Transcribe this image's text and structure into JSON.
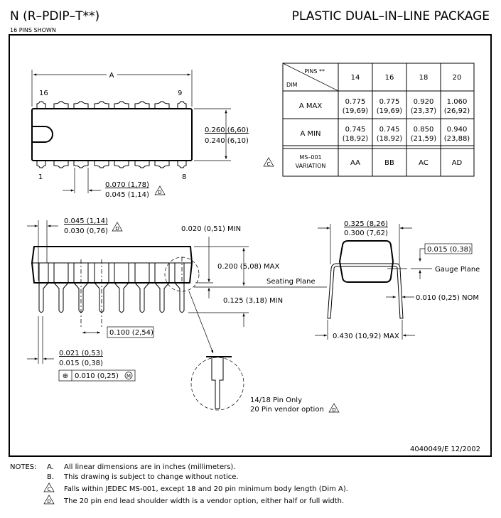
{
  "header": {
    "package_code": "N (R–PDIP–T**)",
    "pins_shown": "16 PINS SHOWN",
    "package_title": "PLASTIC DUAL–IN–LINE PACKAGE"
  },
  "top_view": {
    "dim_a": "A",
    "pin_16": "16",
    "pin_9": "9",
    "pin_1": "1",
    "pin_8": "8",
    "width_max": "0.260 (6,60)",
    "width_min": "0.240 (6,10)",
    "shoulder_max": "0.070 (1,78)",
    "shoulder_min": "0.045 (1,14)",
    "note_d": "D"
  },
  "table": {
    "corner_pins": "PINS **",
    "corner_dim": "DIM",
    "columns": [
      "14",
      "16",
      "18",
      "20"
    ],
    "rows": [
      {
        "label": "A   MAX",
        "values": [
          [
            "0.775",
            "(19,69)"
          ],
          [
            "0.775",
            "(19,69)"
          ],
          [
            "0.920",
            "(23,37)"
          ],
          [
            "1.060",
            "(26,92)"
          ]
        ]
      },
      {
        "label": "A   MIN",
        "values": [
          [
            "0.745",
            "(18,92)"
          ],
          [
            "0.745",
            "(18,92)"
          ],
          [
            "0.850",
            "(21,59)"
          ],
          [
            "0.940",
            "(23,88)"
          ]
        ]
      }
    ],
    "variation_label_1": "MS–001",
    "variation_label_2": "VARIATION",
    "variation_values": [
      "AA",
      "BB",
      "AC",
      "AD"
    ],
    "note_c": "C"
  },
  "side_view": {
    "end_lead_max": "0.045 (1,14)",
    "end_lead_min": "0.030 (0,76)",
    "note_d": "D",
    "standoff": "0.020 (0,51) MIN",
    "height": "0.200 (5,08) MAX",
    "seating_plane": "Seating Plane",
    "lead_length": "0.125 (3,18) MIN",
    "pitch": "0.100 (2,54)",
    "lead_width_max": "0.021 (0,53)",
    "lead_width_min": "0.015 (0,38)",
    "position_tol": "0.010 (0,25)",
    "position_symbol": "⊕",
    "mmc_symbol": "M"
  },
  "detail": {
    "line1": "14/18 Pin Only",
    "line2": "20 Pin vendor option",
    "note_d": "D"
  },
  "end_view": {
    "row_max": "0.325 (8,26)",
    "row_min": "0.300 (7,62)",
    "gauge_offset": "0.015 (0,38)",
    "gauge_plane": "Gauge Plane",
    "lead_thickness": "0.010 (0,25) NOM",
    "overall": "0.430 (10,92) MAX"
  },
  "doc_number": "4040049/E  12/2002",
  "notes": {
    "heading": "NOTES:",
    "items": [
      {
        "letter": "A.",
        "text": "All linear dimensions are in inches (millimeters)."
      },
      {
        "letter": "B.",
        "text": "This drawing is subject to change without notice."
      },
      {
        "letter": "C",
        "text": "Falls within JEDEC MS-001, except 18 and 20 pin minimum body length (Dim A)."
      },
      {
        "letter": "D",
        "text": "The 20 pin end lead shoulder width is a vendor option, either half or full width."
      }
    ]
  }
}
